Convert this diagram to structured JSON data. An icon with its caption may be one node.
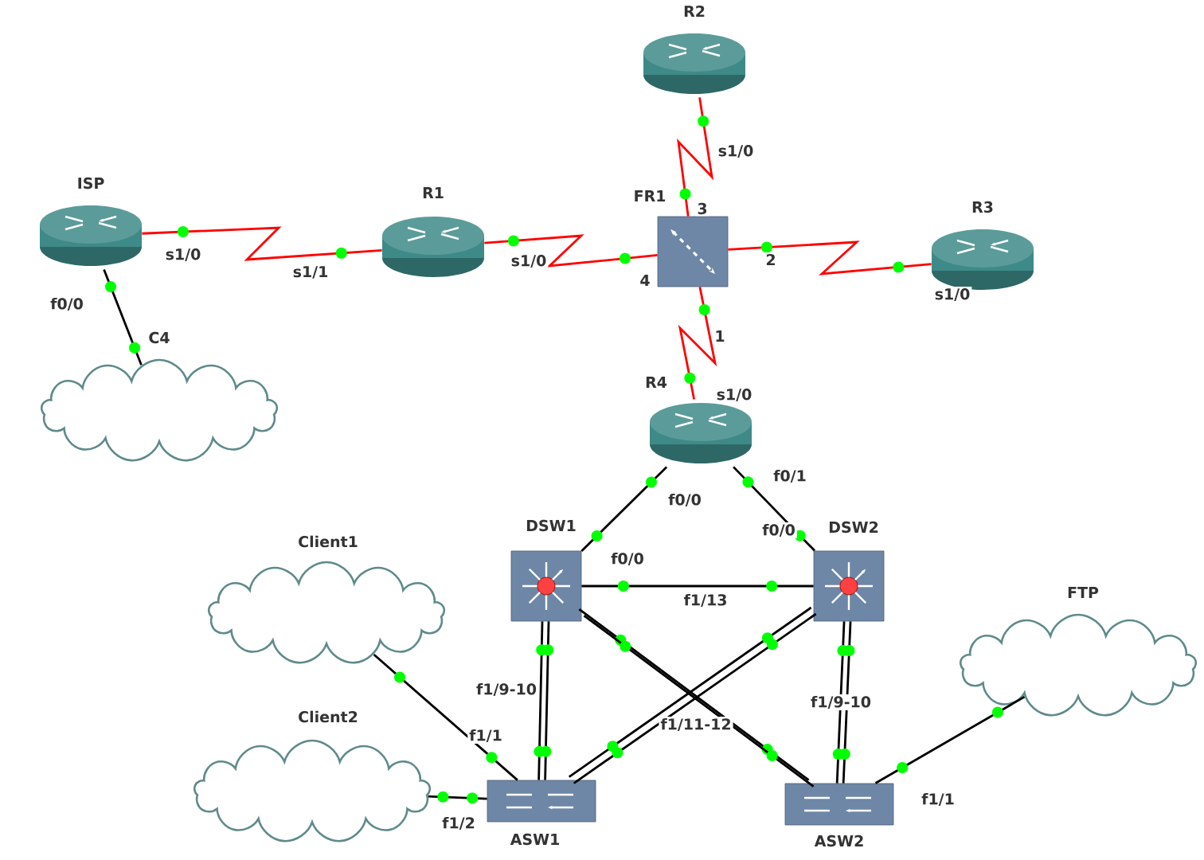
{
  "diagram": {
    "nodes": [
      {
        "text": [
          "ISP"
        ]
      },
      {
        "text": [
          "R1"
        ]
      },
      {
        "text": [
          "R2"
        ]
      },
      {
        "text": [
          "FR1"
        ]
      },
      {
        "text": [
          "R3"
        ]
      },
      {
        "text": [
          "R4"
        ]
      },
      {
        "text": [
          "C4"
        ]
      },
      {
        "text": [
          "DSW1"
        ]
      },
      {
        "text": [
          "DSW2"
        ]
      },
      {
        "text": [
          "Client1"
        ]
      },
      {
        "text": [
          "Client2"
        ]
      },
      {
        "text": [
          "ASW1"
        ]
      },
      {
        "text": [
          "ASW2"
        ]
      },
      {
        "text": [
          "FTP"
        ]
      }
    ],
    "edges": [
      {
        "from": 0,
        "to": 1,
        "arrow": "none",
        "color": "#ff0000"
      },
      {
        "from": 1,
        "to": 3,
        "arrow": "none",
        "color": "#ff0000"
      },
      {
        "from": 2,
        "to": 3,
        "arrow": "none",
        "color": "#ff0000"
      },
      {
        "from": 3,
        "to": 4,
        "arrow": "none",
        "color": "#ff0000"
      },
      {
        "from": 3,
        "to": 5,
        "arrow": "none",
        "color": "#ff0000"
      },
      {
        "from": 0,
        "to": 6,
        "arrow": "none"
      },
      {
        "from": 5,
        "to": 7,
        "arrow": "none"
      },
      {
        "from": 5,
        "to": 8,
        "arrow": "none"
      },
      {
        "from": 7,
        "to": 8,
        "arrow": "none"
      },
      {
        "from": 7,
        "to": 11,
        "arrow": "none"
      },
      {
        "from": 7,
        "to": 11,
        "arrow": "none"
      },
      {
        "from": 7,
        "to": 12,
        "arrow": "none"
      },
      {
        "from": 7,
        "to": 12,
        "arrow": "none"
      },
      {
        "from": 8,
        "to": 11,
        "arrow": "none"
      },
      {
        "from": 8,
        "to": 11,
        "arrow": "none"
      },
      {
        "from": 8,
        "to": 12,
        "arrow": "none"
      },
      {
        "from": 8,
        "to": 12,
        "arrow": "none"
      },
      {
        "from": 9,
        "to": 11,
        "arrow": "none"
      },
      {
        "from": 10,
        "to": 11,
        "arrow": "none"
      },
      {
        "from": 12,
        "to": 13,
        "arrow": "none"
      }
    ],
    "labels": [
      "s1/0",
      "s1/1",
      "s1/0",
      "f0/0",
      "s1/0",
      "3",
      "4",
      "2",
      "s1/0",
      "1",
      "s1/0",
      "f0/0",
      "f0/1",
      "f0/0",
      "f0/0",
      "f1/13",
      "f1/9-10",
      "f1/11-12",
      "f1/9-10",
      "f1/1",
      "f1/2",
      "f1/1"
    ]
  }
}
